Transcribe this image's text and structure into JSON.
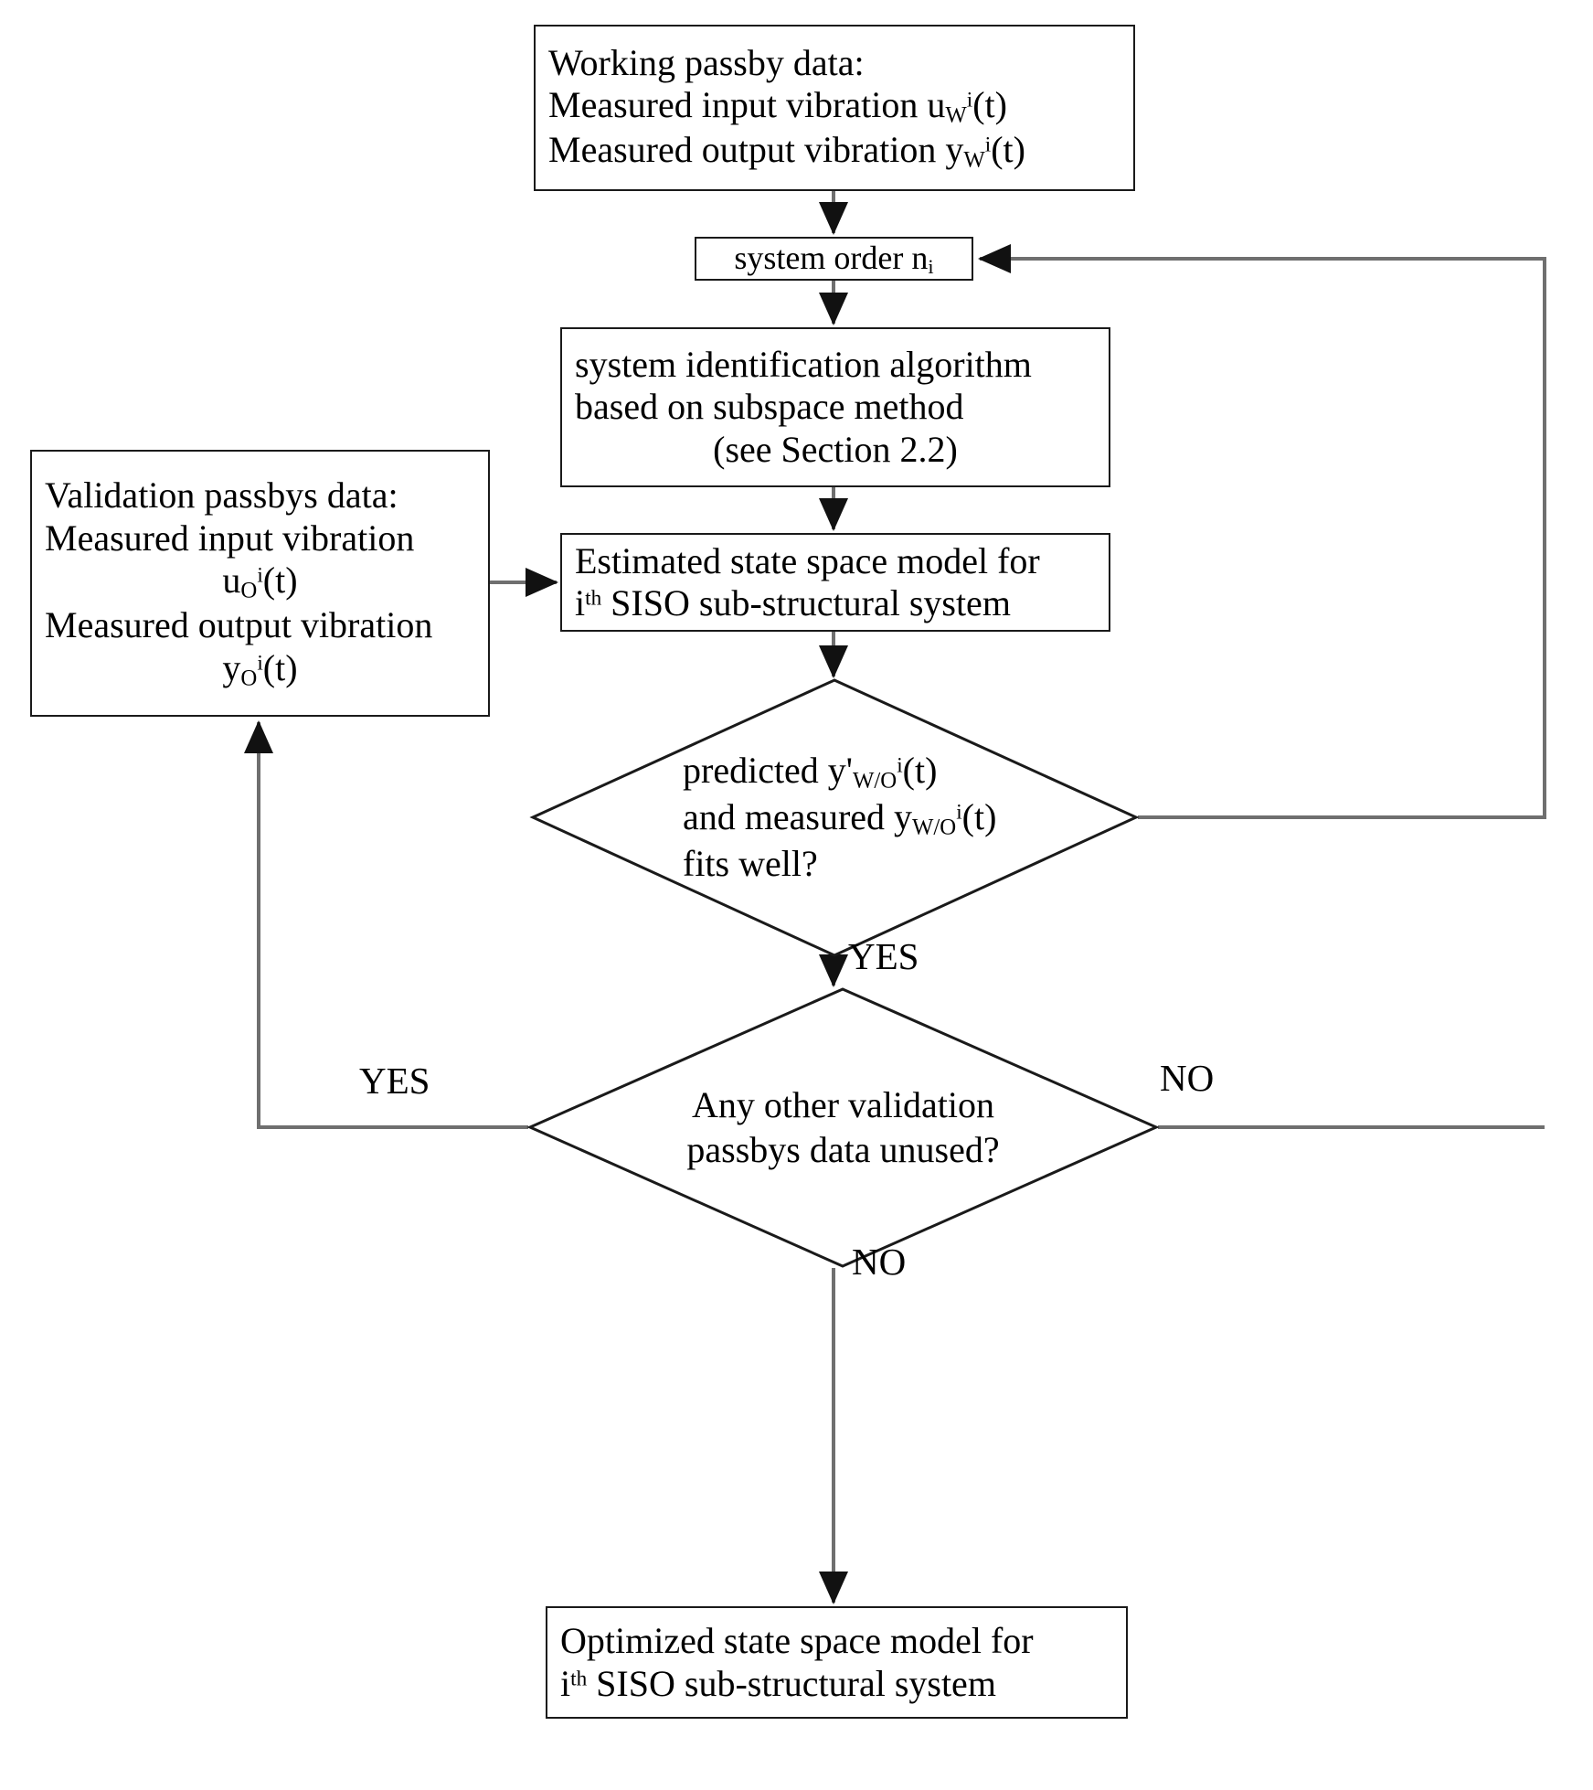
{
  "diagram": {
    "title": "System identification flowchart for ith SISO sub-structural system",
    "type": "flowchart",
    "line_color": "#1a1a1a",
    "background": "#ffffff"
  },
  "nodes": {
    "working_data": {
      "shape": "process-box",
      "lines": [
        "Working passby data:",
        "Measured input vibration u",
        "Measured output vibration y"
      ],
      "line1": "Working passby data:",
      "line2_prefix": "Measured input vibration u",
      "line2_sub": "W",
      "line2_sup": "i",
      "line2_suffix": "(t)",
      "line3_prefix": "Measured output vibration y",
      "line3_sub": "W",
      "line3_sup": "i",
      "line3_suffix": "(t)"
    },
    "system_order": {
      "shape": "process-box",
      "prefix": "system order n",
      "sub": "i"
    },
    "sysid": {
      "shape": "process-box",
      "line1": "system identification algorithm",
      "line2": "based on subspace method",
      "line3": "(see Section 2.2)"
    },
    "validation_data": {
      "shape": "process-box",
      "line1": "Validation passbys data:",
      "line2": "Measured input vibration",
      "line3_prefix": "u",
      "line3_sub": "O",
      "line3_sup": "i",
      "line3_suffix": "(t)",
      "line4": "Measured output vibration",
      "line5_prefix": "y",
      "line5_sub": "O",
      "line5_sup": "i",
      "line5_suffix": "(t)"
    },
    "estimated_model": {
      "shape": "process-box",
      "line1": "Estimated state space model for",
      "line2_prefix": "i",
      "line2_sup": "th",
      "line2_suffix": " SISO sub-structural system"
    },
    "fits_well": {
      "shape": "decision-diamond",
      "line1_prefix": "predicted y'",
      "line1_sub": "W/O",
      "line1_sup": "i",
      "line1_suffix": "(t)",
      "line2_prefix": "and measured  y",
      "line2_sub": "W/O",
      "line2_sup": "i",
      "line2_suffix": "(t)",
      "line3": "fits well?"
    },
    "any_other": {
      "shape": "decision-diamond",
      "line1": "Any other validation",
      "line2": "passbys data unused?"
    },
    "optimized_model": {
      "shape": "process-box",
      "line1": "Optimized state space model for",
      "line2_prefix": "i",
      "line2_sup": "th",
      "line2_suffix": " SISO sub-structural system"
    }
  },
  "edge_labels": {
    "fits_well_yes": "YES",
    "any_other_yes": "YES",
    "any_other_no": "NO",
    "any_other_no_bottom": "NO"
  },
  "edges": [
    {
      "from": "working_data",
      "to": "system_order",
      "label": ""
    },
    {
      "from": "system_order",
      "to": "sysid",
      "label": ""
    },
    {
      "from": "sysid",
      "to": "estimated_model",
      "label": ""
    },
    {
      "from": "validation_data",
      "to": "estimated_model",
      "label": ""
    },
    {
      "from": "estimated_model",
      "to": "fits_well",
      "label": ""
    },
    {
      "from": "fits_well",
      "to": "any_other",
      "label": "YES"
    },
    {
      "from": "fits_well",
      "to": "system_order",
      "label": "NO"
    },
    {
      "from": "any_other",
      "to": "validation_data",
      "label": "YES"
    },
    {
      "from": "any_other",
      "to": "optimized_model",
      "label": "NO"
    }
  ]
}
